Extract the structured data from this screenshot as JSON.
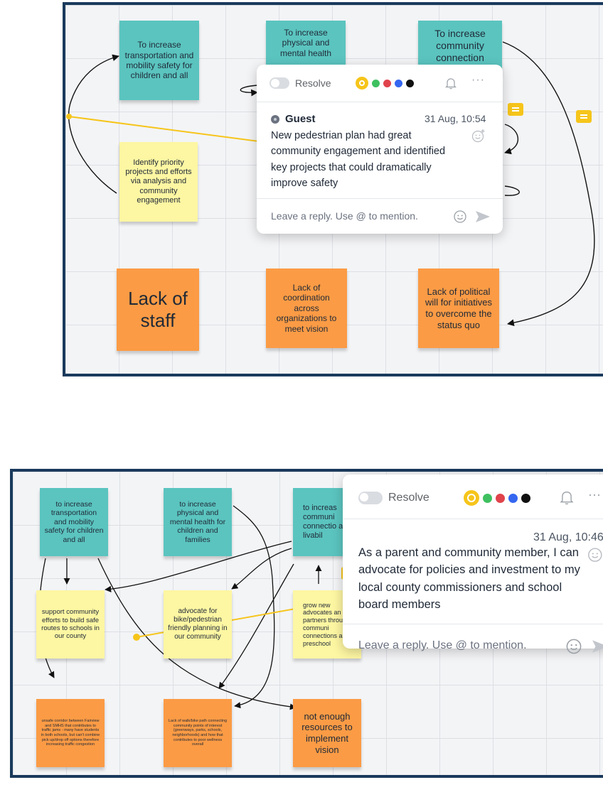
{
  "board1": {
    "stickies": [
      {
        "text": "To increase transportation and mobility safety for children and all"
      },
      {
        "text": "To increase physical and mental health"
      },
      {
        "text": "To increase community connection"
      },
      {
        "text": "Identify priority projects and efforts via analysis and community engagement"
      },
      {
        "text": "Lack of staff"
      },
      {
        "text": "Lack of coordination across organizations to meet vision"
      },
      {
        "text": "Lack of political will for initiatives to overcome the status quo"
      }
    ],
    "comment": {
      "resolve_label": "Resolve",
      "author": "Guest",
      "timestamp": "31 Aug, 10:54",
      "text": "New pedestrian plan had great community engagement and identified key projects that could dramatically improve safety",
      "reply_placeholder": "Leave a reply. Use @ to mention."
    }
  },
  "board2": {
    "stickies": [
      {
        "text": "to increase transportation and mobility safety for children and all"
      },
      {
        "text": "to increase physical and mental health for children and families"
      },
      {
        "text": "to increas communi connectio and livabil"
      },
      {
        "text": "support community efforts to build safe routes to schools in our county"
      },
      {
        "text": "advocate for bike/pedestrian friendly planning in our community"
      },
      {
        "text": "grow new advocates an partners throu our communi connections a preschool"
      },
      {
        "text": "unsafe corridor between Fairview and SMHS that contributes to traffic jams - many have students in both schools, but can't combine pick up/drop off options therefore increasing traffic congestion"
      },
      {
        "text": "Lack of walk/bike path connecting community points of interest (greenways, parks, schools, neighborhoods) and how that contributes to poor wellness overall"
      },
      {
        "text": "not enough resources to implement vision"
      }
    ],
    "comment": {
      "resolve_label": "Resolve",
      "timestamp": "31 Aug, 10:46",
      "text": "As a parent and community member, I can advocate for policies and investment to my local county commissioners and school board members",
      "reply_placeholder": "Leave a reply. Use @ to mention."
    }
  },
  "colors": {
    "frame": "#1a3a5c",
    "teal_sticky": "#5bc4bf",
    "yellow_sticky": "#fdf6a2",
    "orange_sticky": "#fb9b45",
    "connector": "#f6c51b",
    "swatches": [
      "#f6c51b",
      "#3fc060",
      "#e0434b",
      "#3466f0",
      "#111111"
    ]
  },
  "icons": [
    "bell-icon",
    "more-icon",
    "add-reaction-icon",
    "emoji-icon",
    "send-icon",
    "comment-marker-icon",
    "avatar-icon"
  ]
}
